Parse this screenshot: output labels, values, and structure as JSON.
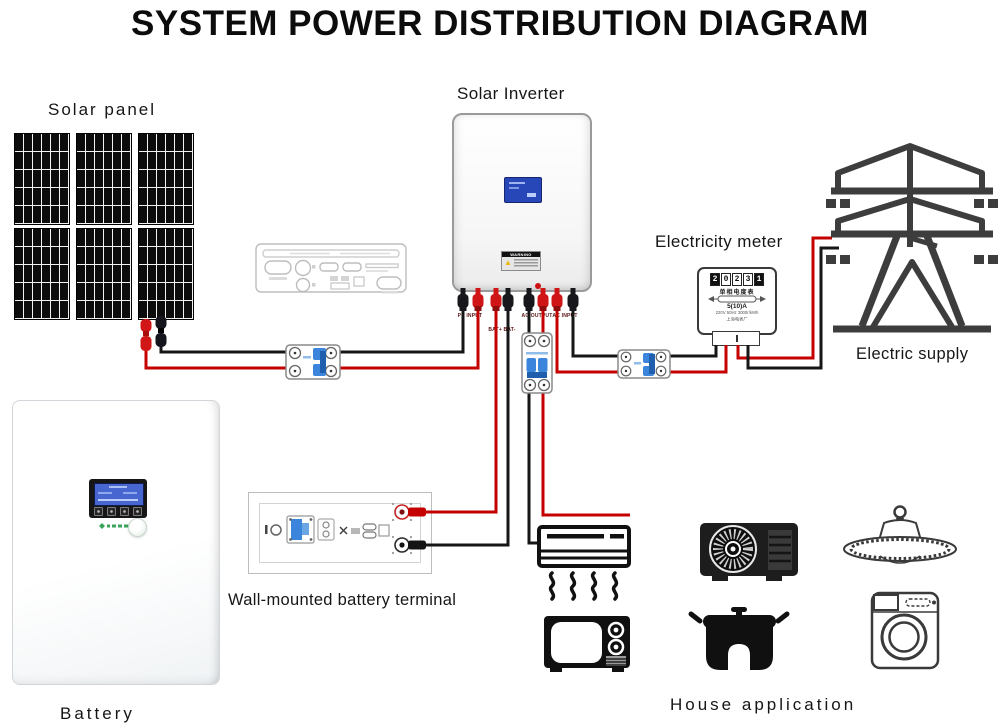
{
  "title": "SYSTEM POWER DISTRIBUTION DIAGRAM",
  "labels": {
    "solar_panel": "Solar panel",
    "solar_inverter": "Solar Inverter",
    "electricity_meter": "Electricity meter",
    "electric_supply": "Electric supply",
    "battery": "Battery",
    "wall_terminal": "Wall-mounted battery terminal",
    "house_application": "House application"
  },
  "inverter": {
    "warning": "WARNING",
    "port_labels": {
      "pv": "PV INPUT",
      "bat": "BAT+ BAT-",
      "ac_out": "AC OUTPUT",
      "ac_in": "AC INPUT"
    }
  },
  "meter": {
    "digits": [
      "2",
      "0",
      "2",
      "3",
      "1"
    ],
    "name_cn": "单相电度表",
    "rating": "5(10)A",
    "spec": "220V 50Hz 3000r/kWh",
    "maker_cn": "上海电表厂"
  },
  "colors": {
    "wire_red": "#c40000",
    "wire_black": "#161616",
    "breaker_blue": "#3b86dc",
    "lcd_blue": "#2747b8",
    "pylon_gray": "#3d3d3d"
  },
  "components": [
    "solar-panel-array",
    "combiner-box",
    "solar-inverter",
    "dc-breaker",
    "ac-breaker",
    "grid-breaker",
    "battery",
    "wall-mounted-battery-terminal",
    "electricity-meter",
    "electric-supply-pylon",
    "air-conditioner",
    "ac-outdoor-unit",
    "ufo-highbay-light",
    "tv",
    "rice-cooker",
    "washing-machine"
  ]
}
